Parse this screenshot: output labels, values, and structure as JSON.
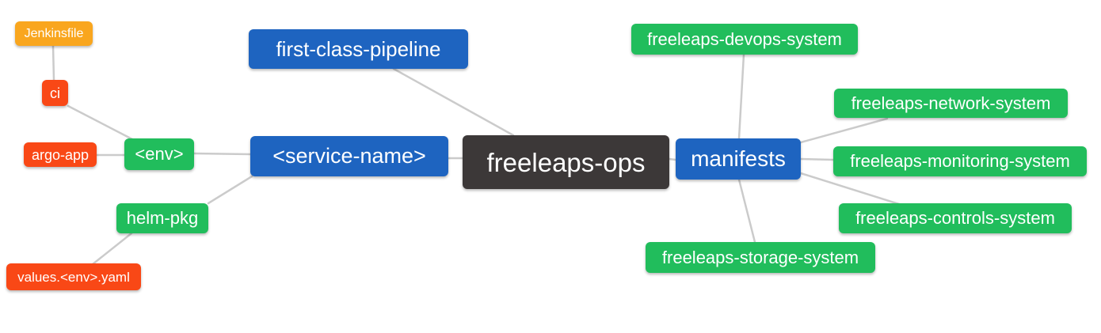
{
  "diagram": {
    "title": "freeleaps-ops mind map",
    "palette": {
      "blue": "#1e64c0",
      "green": "#21bd5c",
      "red": "#f94816",
      "amber": "#f9a61e",
      "dark": "#3c3838",
      "edge": "#cbcbcb",
      "text": "#ffffff",
      "background": "#ffffff"
    },
    "nodes": {
      "freeleaps_ops": {
        "label": "freeleaps-ops",
        "color": "dark"
      },
      "first_class_pipeline": {
        "label": "first-class-pipeline",
        "color": "blue"
      },
      "service_name": {
        "label": "<service-name>",
        "color": "blue"
      },
      "manifests": {
        "label": "manifests",
        "color": "blue"
      },
      "env": {
        "label": "<env>",
        "color": "green"
      },
      "helm_pkg": {
        "label": "helm-pkg",
        "color": "green"
      },
      "jenkinsfile": {
        "label": "Jenkinsfile",
        "color": "amber"
      },
      "ci": {
        "label": "ci",
        "color": "red"
      },
      "argo_app": {
        "label": "argo-app",
        "color": "red"
      },
      "values_env_yaml": {
        "label": "values.<env>.yaml",
        "color": "red"
      },
      "devops_system": {
        "label": "freeleaps-devops-system",
        "color": "green"
      },
      "network_system": {
        "label": "freeleaps-network-system",
        "color": "green"
      },
      "monitoring_system": {
        "label": "freeleaps-monitoring-system",
        "color": "green"
      },
      "controls_system": {
        "label": "freeleaps-controls-system",
        "color": "green"
      },
      "storage_system": {
        "label": "freeleaps-storage-system",
        "color": "green"
      }
    },
    "edges": [
      {
        "from": "jenkinsfile",
        "to": "ci"
      },
      {
        "from": "ci",
        "to": "env"
      },
      {
        "from": "argo_app",
        "to": "env"
      },
      {
        "from": "env",
        "to": "service_name"
      },
      {
        "from": "helm_pkg",
        "to": "service_name"
      },
      {
        "from": "values_env_yaml",
        "to": "helm_pkg"
      },
      {
        "from": "first_class_pipeline",
        "to": "freeleaps_ops"
      },
      {
        "from": "service_name",
        "to": "freeleaps_ops"
      },
      {
        "from": "freeleaps_ops",
        "to": "manifests"
      },
      {
        "from": "manifests",
        "to": "devops_system"
      },
      {
        "from": "manifests",
        "to": "network_system"
      },
      {
        "from": "manifests",
        "to": "monitoring_system"
      },
      {
        "from": "manifests",
        "to": "controls_system"
      },
      {
        "from": "manifests",
        "to": "storage_system"
      }
    ]
  }
}
